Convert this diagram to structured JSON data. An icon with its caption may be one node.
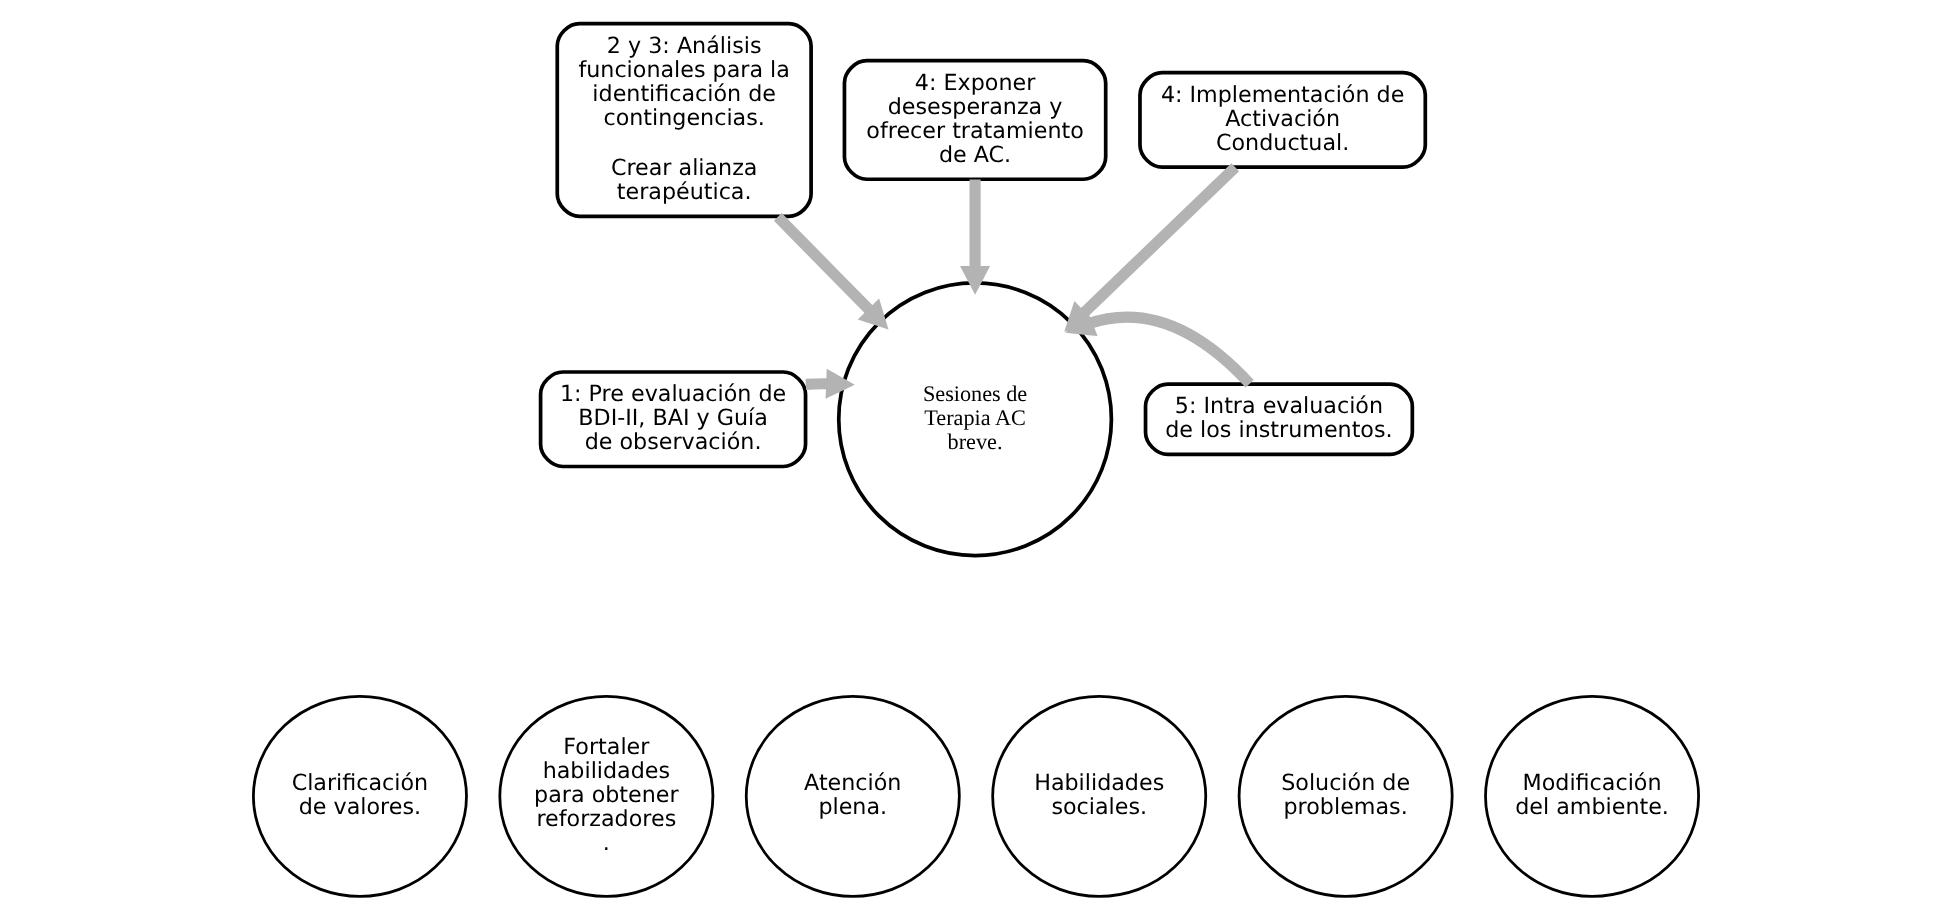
{
  "diagram": {
    "nodes": [
      {
        "text": [
          "2 y 3: Análisis funcionales para la identificación de contingencias.",
          "Crear alianza terapéutica."
        ]
      },
      {
        "text": [
          "4: Exponer desesperanza y ofrecer tratamiento de AC."
        ]
      },
      {
        "text": [
          "4: Implementación de Activación Conductual."
        ]
      },
      {
        "text": [
          "1: Pre evaluación de BDI-II, BAI y Guía de observación."
        ]
      },
      {
        "text": [
          "Sesiones de Terapia AC breve."
        ]
      },
      {
        "text": [
          "5: Intra evaluación de los instrumentos."
        ]
      },
      {
        "text": [
          "Clarificación de valores."
        ]
      },
      {
        "text": [
          "Fortaler habilidades para obtener reforzadores ."
        ]
      },
      {
        "text": [
          "Atención plena."
        ]
      },
      {
        "text": [
          "Habilidades sociales."
        ]
      },
      {
        "text": [
          "Solución de problemas."
        ]
      },
      {
        "text": [
          "Modificación del ambiente."
        ]
      }
    ],
    "edges": [
      {
        "from": 0,
        "to": 4,
        "arrow": "to"
      },
      {
        "from": 1,
        "to": 4,
        "arrow": "to"
      },
      {
        "from": 2,
        "to": 4,
        "arrow": "to"
      },
      {
        "from": 3,
        "to": 4,
        "arrow": "to"
      },
      {
        "from": 5,
        "to": 4,
        "arrow": "to"
      }
    ]
  }
}
